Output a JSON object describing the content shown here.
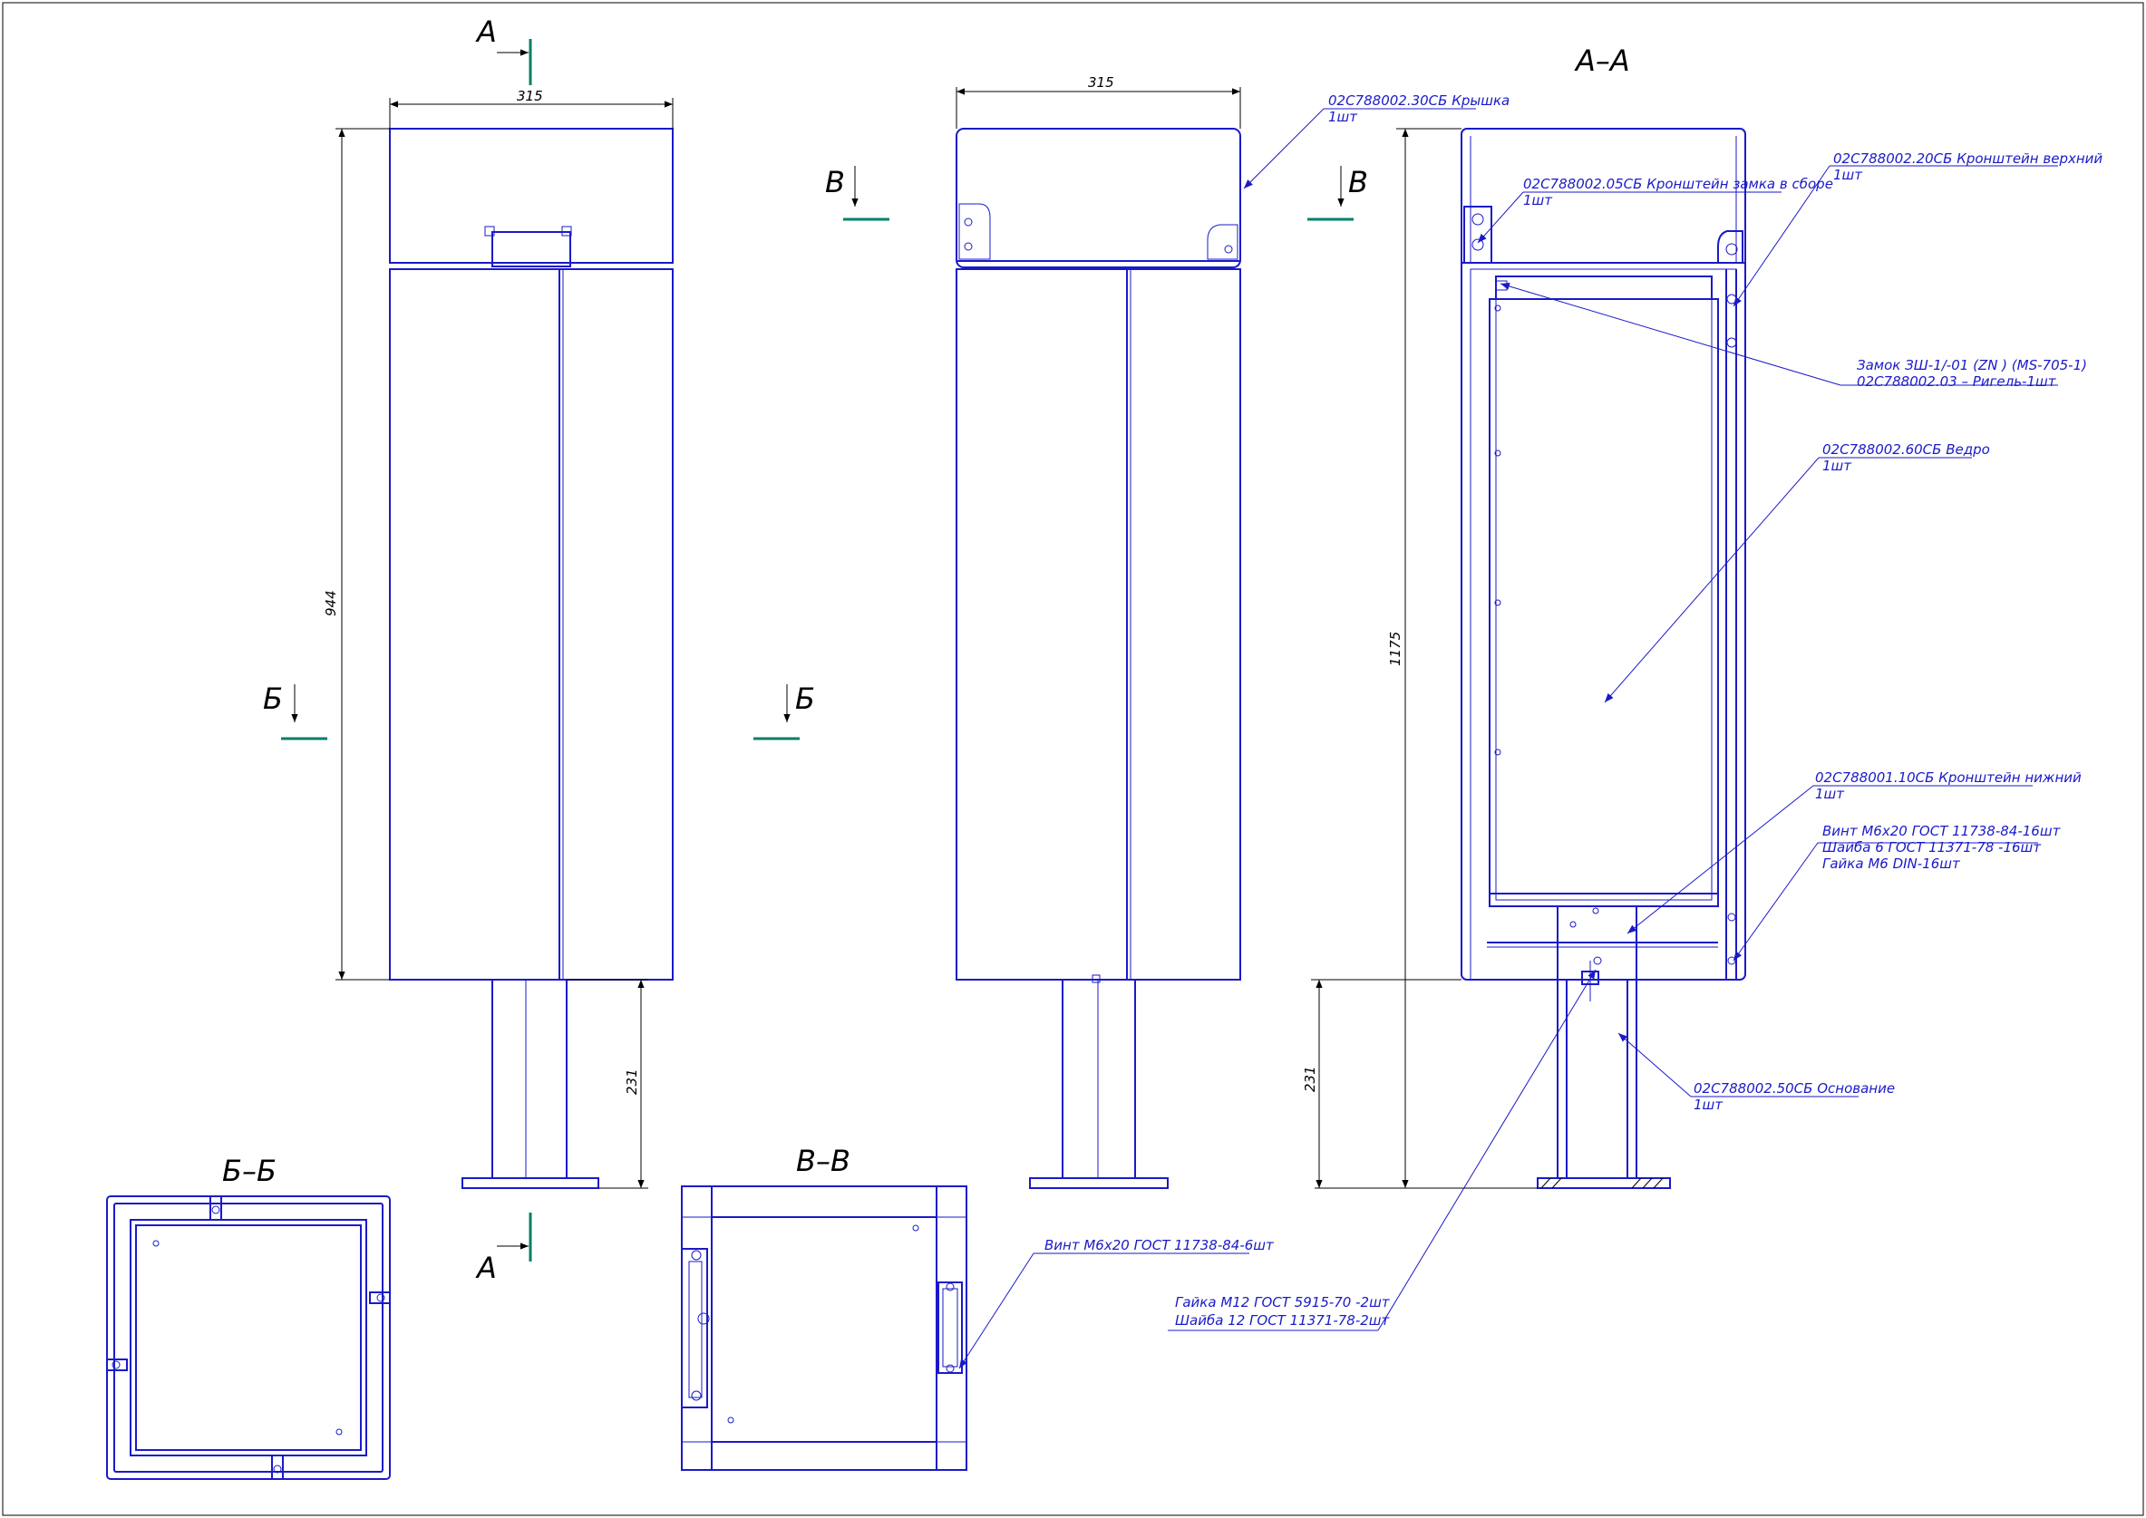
{
  "section_marks": {
    "a": "А",
    "b": "Б",
    "v": "В"
  },
  "section_titles": {
    "aa": "А–А",
    "bb": "Б–Б",
    "vv": "В–В"
  },
  "dimensions": {
    "width_front": "315",
    "width_side": "315",
    "body_height": "944",
    "post_height": "231",
    "total_height": "1175",
    "post_height_section": "231"
  },
  "callouts": {
    "lid": {
      "line1": "02С788002.30СБ Крышка",
      "line2": "1шт"
    },
    "lock_bracket": {
      "line1": "02С788002.05СБ Кронштейн замка в сборе",
      "line2": "1шт"
    },
    "upper_bracket": {
      "line1": "02С788002.20СБ Кронштейн верхний",
      "line2": "1шт"
    },
    "lock": {
      "line1": "Замок ЗШ-1/-01 (ZN ) (MS-705-1)",
      "line2": "02С788002.03 – Ригель-1шт"
    },
    "bucket": {
      "line1": "02С788002.60СБ Ведро",
      "line2": "1шт"
    },
    "lower_bracket": {
      "line1": "02С788001.10СБ Кронштейн нижний",
      "line2": "1шт"
    },
    "fasteners": {
      "line1": "Винт М6х20 ГОСТ 11738-84-16шт",
      "line2": "Шайба 6 ГОСТ 11371-78 -16шт",
      "line3": "Гайка М6 DIN-16шт"
    },
    "base": {
      "line1": "02С788002.50СБ Основание",
      "line2": "1шт"
    },
    "screw_vv": {
      "line1": "Винт М6х20 ГОСТ 11738-84-6шт"
    },
    "nut_m12": {
      "line1": "Гайка М12 ГОСТ 5915-70 -2шт",
      "line2": "Шайба 12 ГОСТ 11371-78-2шт"
    }
  }
}
